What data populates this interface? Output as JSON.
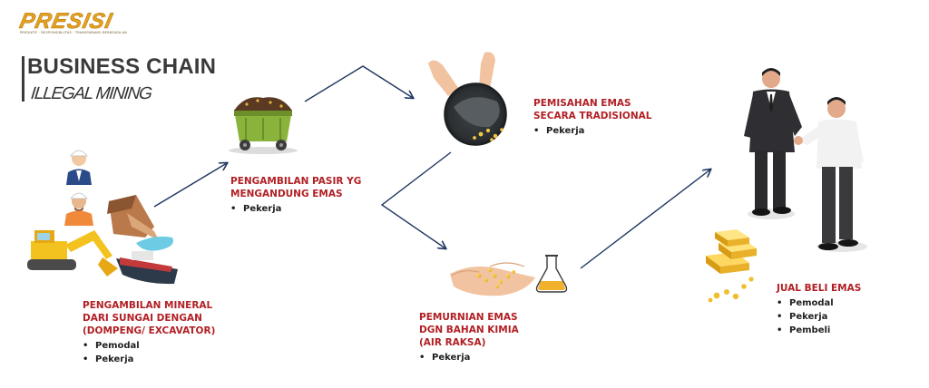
{
  "logo": {
    "wordmark": "PRESISI",
    "tagline": "PREDIKTIF · RESPONSIBILITAS · TRANSPARANSI BERKEADILAN",
    "color": "#e5a21f"
  },
  "title": {
    "main": "BUSINESS CHAIN",
    "sub": "ILLEGAL MINING"
  },
  "colors": {
    "label": "#b11f24",
    "arrow": "#1f3560",
    "text": "#1f1f1f"
  },
  "stages": [
    {
      "id": "s1",
      "icon": "excavator-river-dredging-icon",
      "label_lines": [
        "PENGAMBILAN MINERAL",
        "DARI SUNGAI DENGAN",
        "(DOMPENG/ EXCAVATOR)"
      ],
      "roles": [
        "Pemodal",
        "Pekerja"
      ]
    },
    {
      "id": "s2",
      "icon": "mine-cart-icon",
      "label_lines": [
        "PENGAMBILAN PASIR YG",
        "MENGANDUNG EMAS"
      ],
      "roles": [
        "Pekerja"
      ]
    },
    {
      "id": "s3",
      "icon": "gold-panning-icon",
      "label_lines": [
        "PEMISAHAN EMAS",
        "SECARA TRADISIONAL"
      ],
      "roles": [
        "Pekerja"
      ]
    },
    {
      "id": "s4",
      "icon": "gold-hands-flask-icon",
      "label_lines": [
        "PEMURNIAN EMAS",
        "DGN BAHAN KIMIA",
        "(AIR RAKSA)"
      ],
      "roles": [
        "Pekerja"
      ]
    },
    {
      "id": "s5",
      "icon": "handshake-gold-bars-icon",
      "label_lines": [
        "JUAL BELI EMAS"
      ],
      "roles": [
        "Pemodal",
        "Pekerja",
        "Pembeli"
      ]
    }
  ]
}
